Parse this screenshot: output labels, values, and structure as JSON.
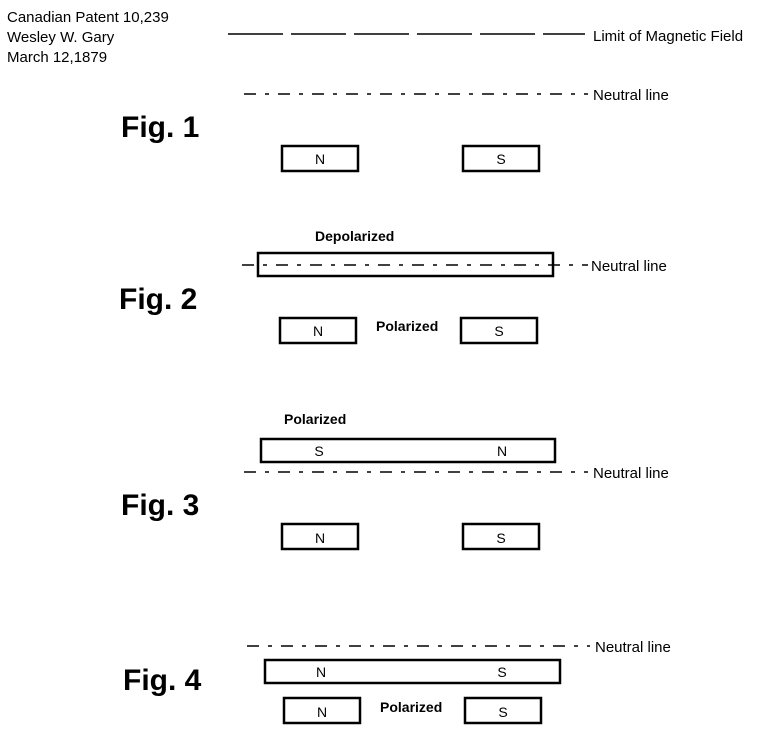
{
  "header": {
    "lines": [
      "Canadian Patent 10,239",
      "Wesley W. Gary",
      "March 12,1879"
    ]
  },
  "legend": {
    "limit_label": "Limit of Magnetic Field"
  },
  "figures": [
    {
      "title": "Fig. 1",
      "neutral_label": "Neutral line",
      "magnets": [
        {
          "pole": "N"
        },
        {
          "pole": "S"
        }
      ]
    },
    {
      "title": "Fig. 2",
      "neutral_label": "Neutral line",
      "bar_label": "Depolarized",
      "magnets_label": "Polarized",
      "magnets": [
        {
          "pole": "N"
        },
        {
          "pole": "S"
        }
      ]
    },
    {
      "title": "Fig. 3",
      "neutral_label": "Neutral line",
      "bar_label": "Polarized",
      "bar_poles": [
        "S",
        "N"
      ],
      "magnets": [
        {
          "pole": "N"
        },
        {
          "pole": "S"
        }
      ]
    },
    {
      "title": "Fig. 4",
      "neutral_label": "Neutral line",
      "magnets_label": "Polarized",
      "bar_poles": [
        "N",
        "S"
      ],
      "magnets": [
        {
          "pole": "N"
        },
        {
          "pole": "S"
        }
      ]
    }
  ]
}
